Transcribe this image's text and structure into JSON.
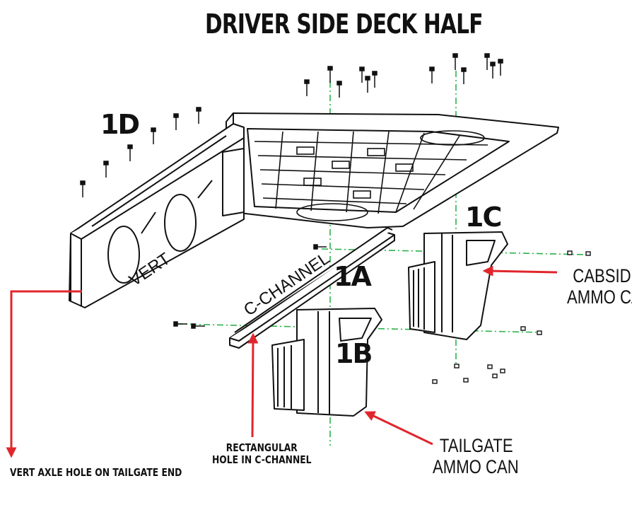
{
  "title": "DRIVER SIDE DECK HALF",
  "parts": {
    "p1d": "1D",
    "p1c": "1C",
    "p1a": "1A",
    "p1b": "1B",
    "vert": "VERT",
    "cchannel": "C-CHANNEL"
  },
  "callouts": {
    "cabside_line1": "CABSIDE",
    "cabside_line2": "AMMO CAN",
    "tailgate_line1": "TAILGATE",
    "tailgate_line2": "AMMO CAN",
    "rect_line1": "RECTANGULAR",
    "rect_line2": "HOLE IN C-CHANNEL",
    "vert_axle": "VERT AXLE HOLE ON TAILGATE END"
  },
  "colors": {
    "arrow": "#e0262c",
    "axis": "#2bb34a",
    "line": "#111111"
  }
}
